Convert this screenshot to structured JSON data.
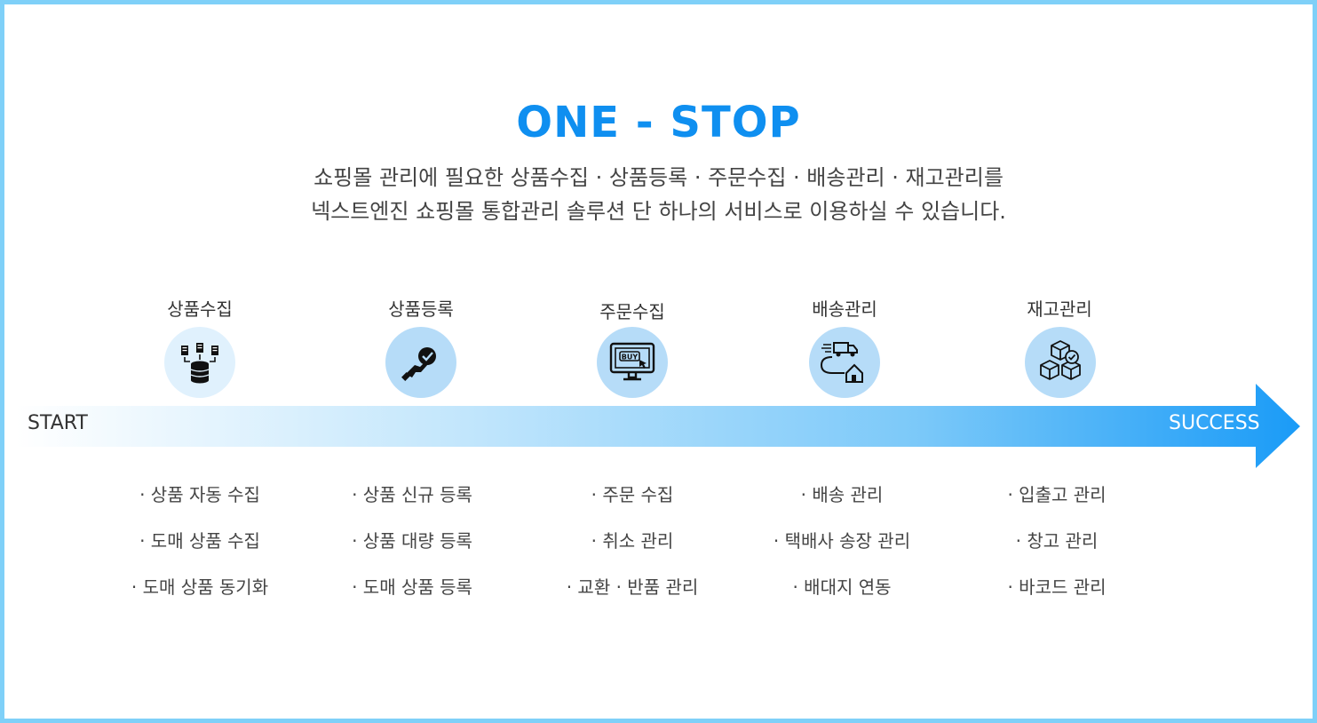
{
  "title": "ONE - STOP",
  "description": {
    "line1": "쇼핑몰 관리에 필요한 상품수집 · 상품등록 · 주문수집 · 배송관리 · 재고관리를",
    "line2": "넥스트엔진 쇼핑몰 통합관리 솔루션 단 하나의 서비스로 이용하실 수 있습니다."
  },
  "arrow": {
    "start_label": "START",
    "end_label": "SUCCESS"
  },
  "stages": [
    {
      "label": "상품수집",
      "icon": "database-collect-icon",
      "items": [
        "· 상품 자동 수집",
        "· 도매 상품 수집",
        "· 도매 상품 동기화"
      ]
    },
    {
      "label": "상품등록",
      "icon": "hand-check-icon",
      "items": [
        "· 상품 신규 등록",
        "· 상품 대량 등록",
        "· 도매 상품 등록"
      ]
    },
    {
      "label": "주문수집",
      "icon": "monitor-buy-icon",
      "items": [
        "· 주문 수집",
        "· 취소 관리",
        "· 교환 · 반품 관리"
      ]
    },
    {
      "label": "배송관리",
      "icon": "truck-delivery-icon",
      "items": [
        "· 배송 관리",
        "· 택배사 송장 관리",
        "· 배대지 연동"
      ]
    },
    {
      "label": "재고관리",
      "icon": "boxes-stock-icon",
      "items": [
        "· 입출고 관리",
        "· 창고 관리",
        "· 바코드 관리"
      ]
    }
  ],
  "colors": {
    "accent": "#0f8ff0",
    "frame": "#7fd0f8",
    "circle_light": "#e0f1fd",
    "circle_medium": "#b6dcf8",
    "arrow_start": "#ffffff",
    "arrow_end": "#1a9bf7"
  }
}
